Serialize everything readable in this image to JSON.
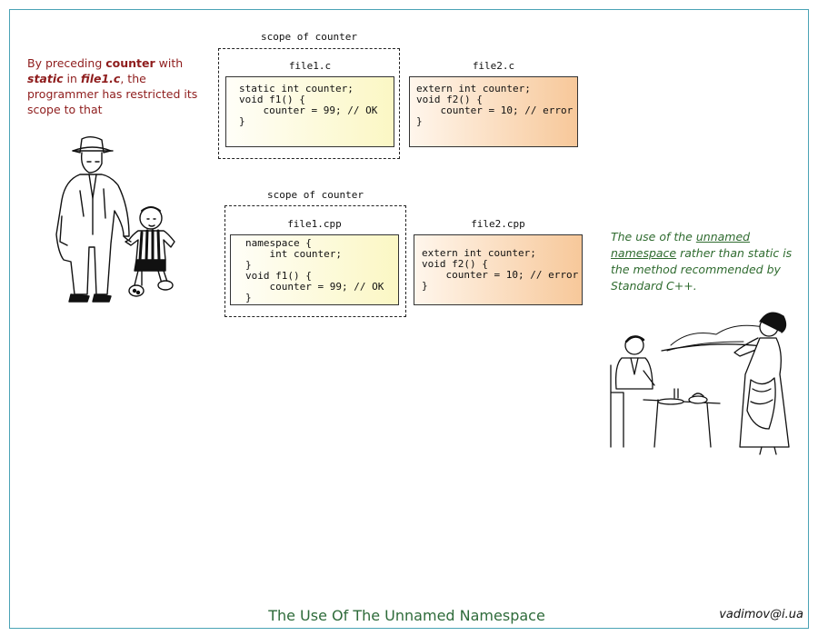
{
  "diagram": {
    "top": {
      "scope_label": "scope of counter",
      "left_file": {
        "name": "file1.c",
        "lines": [
          "static int counter;",
          "void f1() {",
          "    counter = 99; // OK",
          "}"
        ]
      },
      "right_file": {
        "name": "file2.c",
        "lines": [
          "extern int counter;",
          "void f2() {",
          "    counter = 10; // error",
          "}"
        ]
      }
    },
    "bottom": {
      "scope_label": "scope of counter",
      "left_file": {
        "name": "file1.cpp",
        "lines": [
          "namespace {",
          "    int counter;",
          "}",
          "void f1() {",
          "    counter = 99; // OK",
          "}"
        ]
      },
      "right_file": {
        "name": "file2.cpp",
        "lines": [
          "extern int counter;",
          "void f2() {",
          "    counter = 10; // error",
          "}"
        ]
      }
    }
  },
  "notes": {
    "left": {
      "p1": "By preceding ",
      "b1": "counter",
      "p2": " with ",
      "b2": "static",
      "p3": " in ",
      "b3": "file1.c",
      "p4": ", the programmer has restricted its scope to that"
    },
    "right": {
      "p1": "The use of the ",
      "u1": "unnamed namespace",
      "p2": " rather than static is the method recommended by Standard C++."
    }
  },
  "illustrations": {
    "left_icon": "man-and-boy-illustration",
    "right_icon": "waitress-serving-illustration"
  },
  "footer": {
    "title": "The Use Of The Unnamed Namespace",
    "email": "vadimov@i.ua"
  },
  "colors": {
    "frame": "#4aa3b5",
    "yellow_box": "#fbf7c4",
    "orange_box": "#f7c89a",
    "left_note": "#8e1c1c",
    "right_note": "#2f6b2f",
    "title": "#2e6b3a"
  }
}
